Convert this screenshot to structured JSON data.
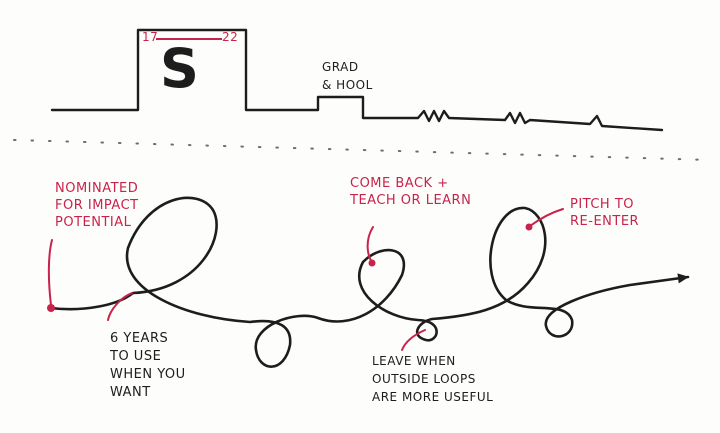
{
  "colors": {
    "ink": "#1d1d1d",
    "accent": "#c8234a",
    "dots": "#6e6e6e"
  },
  "top_timeline": {
    "logo_letter": "S",
    "year_start": "17",
    "year_end": "22",
    "grad_school_lines": [
      "GRAD",
      "& HOOL"
    ]
  },
  "loop_diagram": {
    "labels": [
      {
        "name": "nominated-label",
        "lines": [
          "NOMINATED",
          "FOR IMPACT",
          "POTENTIAL"
        ]
      },
      {
        "name": "come-back-label",
        "lines": [
          "COME BACK +",
          "TEACH OR LEARN"
        ]
      },
      {
        "name": "pitch-label",
        "lines": [
          "PITCH TO",
          "RE-ENTER"
        ]
      },
      {
        "name": "six-years-label",
        "lines": [
          "6 YEARS",
          "TO USE",
          "WHEN YOU",
          "WANT"
        ]
      },
      {
        "name": "leave-label",
        "lines": [
          "LEAVE WHEN",
          "OUTSIDE LOOPS",
          "ARE MORE USEFUL"
        ]
      }
    ]
  }
}
